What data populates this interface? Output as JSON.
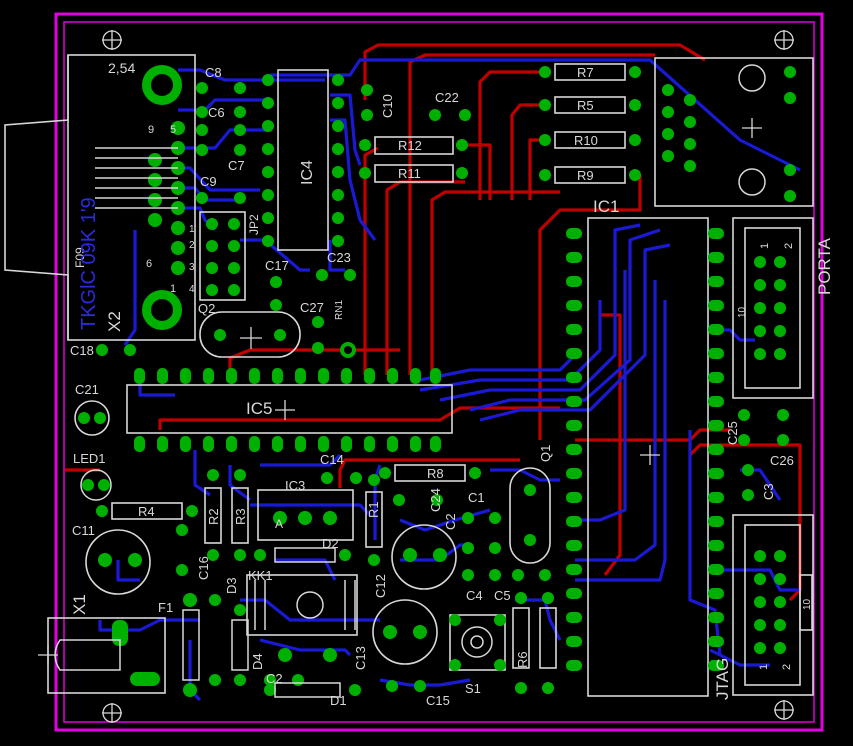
{
  "board": {
    "colors": {
      "background": "#000000",
      "outline": "#e000e0",
      "top_layer": "#c00000",
      "bottom_layer": "#1a1ad6",
      "pad": "#00b000",
      "silkscreen": "#d8d8d8"
    },
    "labels": {
      "connector_x2": "X2",
      "connector_x2_code": "F09",
      "connector_pitch": "2,54",
      "mirrored_text": "TKGlC 09K 1'9",
      "pin_9": "9",
      "pin_5": "5",
      "pin_6": "6",
      "pin_1": "1",
      "jp2": "JP2",
      "jp2_pin_1": "1",
      "jp2_pin_2": "2",
      "jp2_pin_3": "3",
      "jp2_pin_4": "4",
      "ic4": "IC4",
      "ic1": "IC1",
      "ic5": "IC5",
      "ic3": "IC3",
      "ic3_pin_a": "A",
      "porta": "PORTA",
      "porta_pin_1": "1",
      "porta_pin_2": "2",
      "porta_pin_10": "10",
      "jtag": "JTAG",
      "jtag_pin_1": "1",
      "jtag_pin_2": "2",
      "jtag_pin_10": "10",
      "c8": "C8",
      "c6": "C6",
      "c7": "C7",
      "c9": "C9",
      "c10": "C10",
      "c22": "C22",
      "c17": "C17",
      "c23": "C23",
      "c27": "C27",
      "c18": "C18",
      "c21": "C21",
      "c14": "C14",
      "c11": "C11",
      "c16": "C16",
      "c12": "C12",
      "c13": "C13",
      "c15": "C15",
      "c2": "C2",
      "c1": "C1",
      "c4": "C4",
      "c5": "C5",
      "c24": "C24",
      "c25": "C25",
      "c26": "C26",
      "c3": "C3",
      "r7": "R7",
      "r5": "R5",
      "r10": "R10",
      "r9": "R9",
      "r12": "R12",
      "r11": "R11",
      "r8": "R8",
      "r4": "R4",
      "r2": "R2",
      "r3": "R3",
      "r1": "R1",
      "r6": "R6",
      "d1": "D1",
      "d2": "D2",
      "d3": "D3",
      "d4": "D4",
      "led1": "LED1",
      "q1": "Q1",
      "q2": "Q2",
      "x1": "X1",
      "f1": "F1",
      "kk1": "KK1",
      "s1": "S1",
      "rn1": "RN1"
    }
  }
}
